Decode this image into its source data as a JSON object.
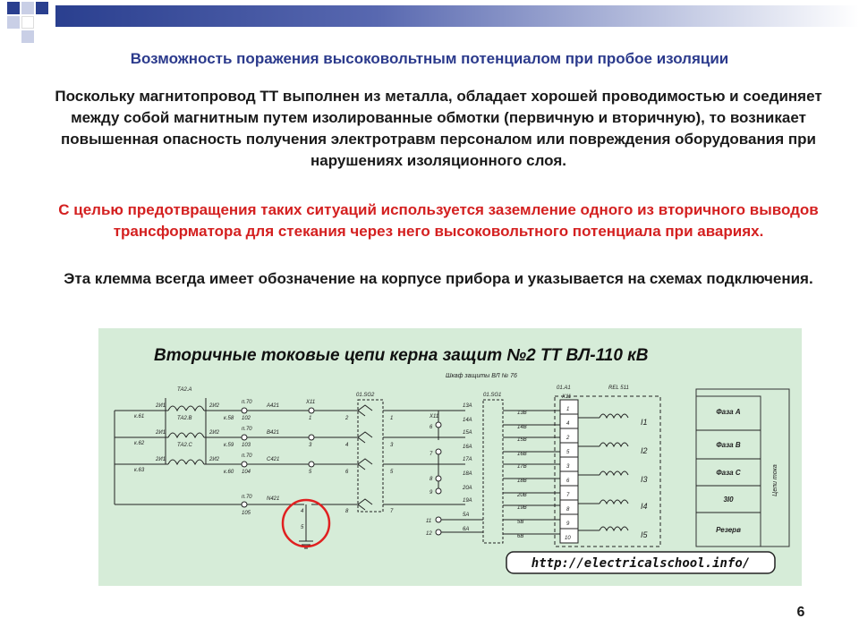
{
  "slide": {
    "title": "Возможность поражения высоковольтным потенциалом при пробое изоляции",
    "paragraph1": "Поскольку магнитопровод ТТ выполнен из металла, обладает хорошей проводимостью и соединяет между собой магнитным путем изолированные обмотки (первичную и вторичную), то возникает повышенная опасность получения электротравм персоналом или повреждения оборудования при нарушениях изоляционного слоя.",
    "paragraph2": "С целью предотвращения таких ситуаций используется заземление одного из вторичного выводов трансформатора для стекания через него высоковольтного потенциала при авариях.",
    "paragraph3": "Эта клемма всегда имеет обозначение на корпусе прибора и указывается на схемах подключения.",
    "page_number": "6"
  },
  "diagram": {
    "title": "Вторичные токовые цепи керна защит №2 ТТ ВЛ-110 кВ",
    "cabinet_label": "Шкаф защиты ВЛ № 76",
    "url": "http://electricalschool.info/",
    "ct_labels": [
      "ТА2.А",
      "ТА2.В",
      "ТА2.С"
    ],
    "ct_terminals": [
      "2И1",
      "2И2"
    ],
    "k_labels": [
      "к.61",
      "к.62",
      "к.63"
    ],
    "n70_labels": [
      "п.70",
      "п.70",
      "п.70",
      "п.70"
    ],
    "k_right": [
      "к.58",
      "к.59",
      "к.60"
    ],
    "wire_ids": [
      "102",
      "103",
      "104",
      "105"
    ],
    "wire_codes": [
      "А421",
      "В421",
      "С421",
      "N421"
    ],
    "x11_left": "Х11",
    "x11_left_nums": [
      "1",
      "3",
      "5",
      "4",
      "5"
    ],
    "sg2_label": "01.SG2",
    "sg2_left": [
      "2",
      "4",
      "6",
      "8"
    ],
    "sg2_right": [
      "1",
      "3",
      "5",
      "7"
    ],
    "x11_mid": "Х11",
    "x11_mid_nums": [
      "6",
      "7",
      "8",
      "9",
      "11",
      "12"
    ],
    "sg1_label": "01.SG1",
    "sg1_left": [
      "13А",
      "14А",
      "15А",
      "16А",
      "17А",
      "18А",
      "20А",
      "19А",
      "5А",
      "6А"
    ],
    "sg1_right": [
      "13В",
      "14В",
      "15В",
      "16В",
      "17В",
      "18В",
      "20В",
      "19В",
      "5В",
      "6В"
    ],
    "a1_label": "01.А1",
    "rel_label": "REL 511",
    "x11_right": "Х11",
    "x11_right_nums": [
      "1",
      "4",
      "2",
      "5",
      "3",
      "6",
      "7",
      "8",
      "9",
      "10"
    ],
    "i_labels": [
      "I1",
      "I2",
      "I3",
      "I4",
      "I5"
    ],
    "legend": [
      "Фаза А",
      "Фаза В",
      "Фаза С",
      "3I0",
      "Резерв"
    ],
    "legend_side": "Цепи тока"
  },
  "colors": {
    "title_blue": "#2b3a8c",
    "red_text": "#d42020",
    "diagram_bg": "#d6ecd8",
    "highlight_circle": "#e02020"
  }
}
